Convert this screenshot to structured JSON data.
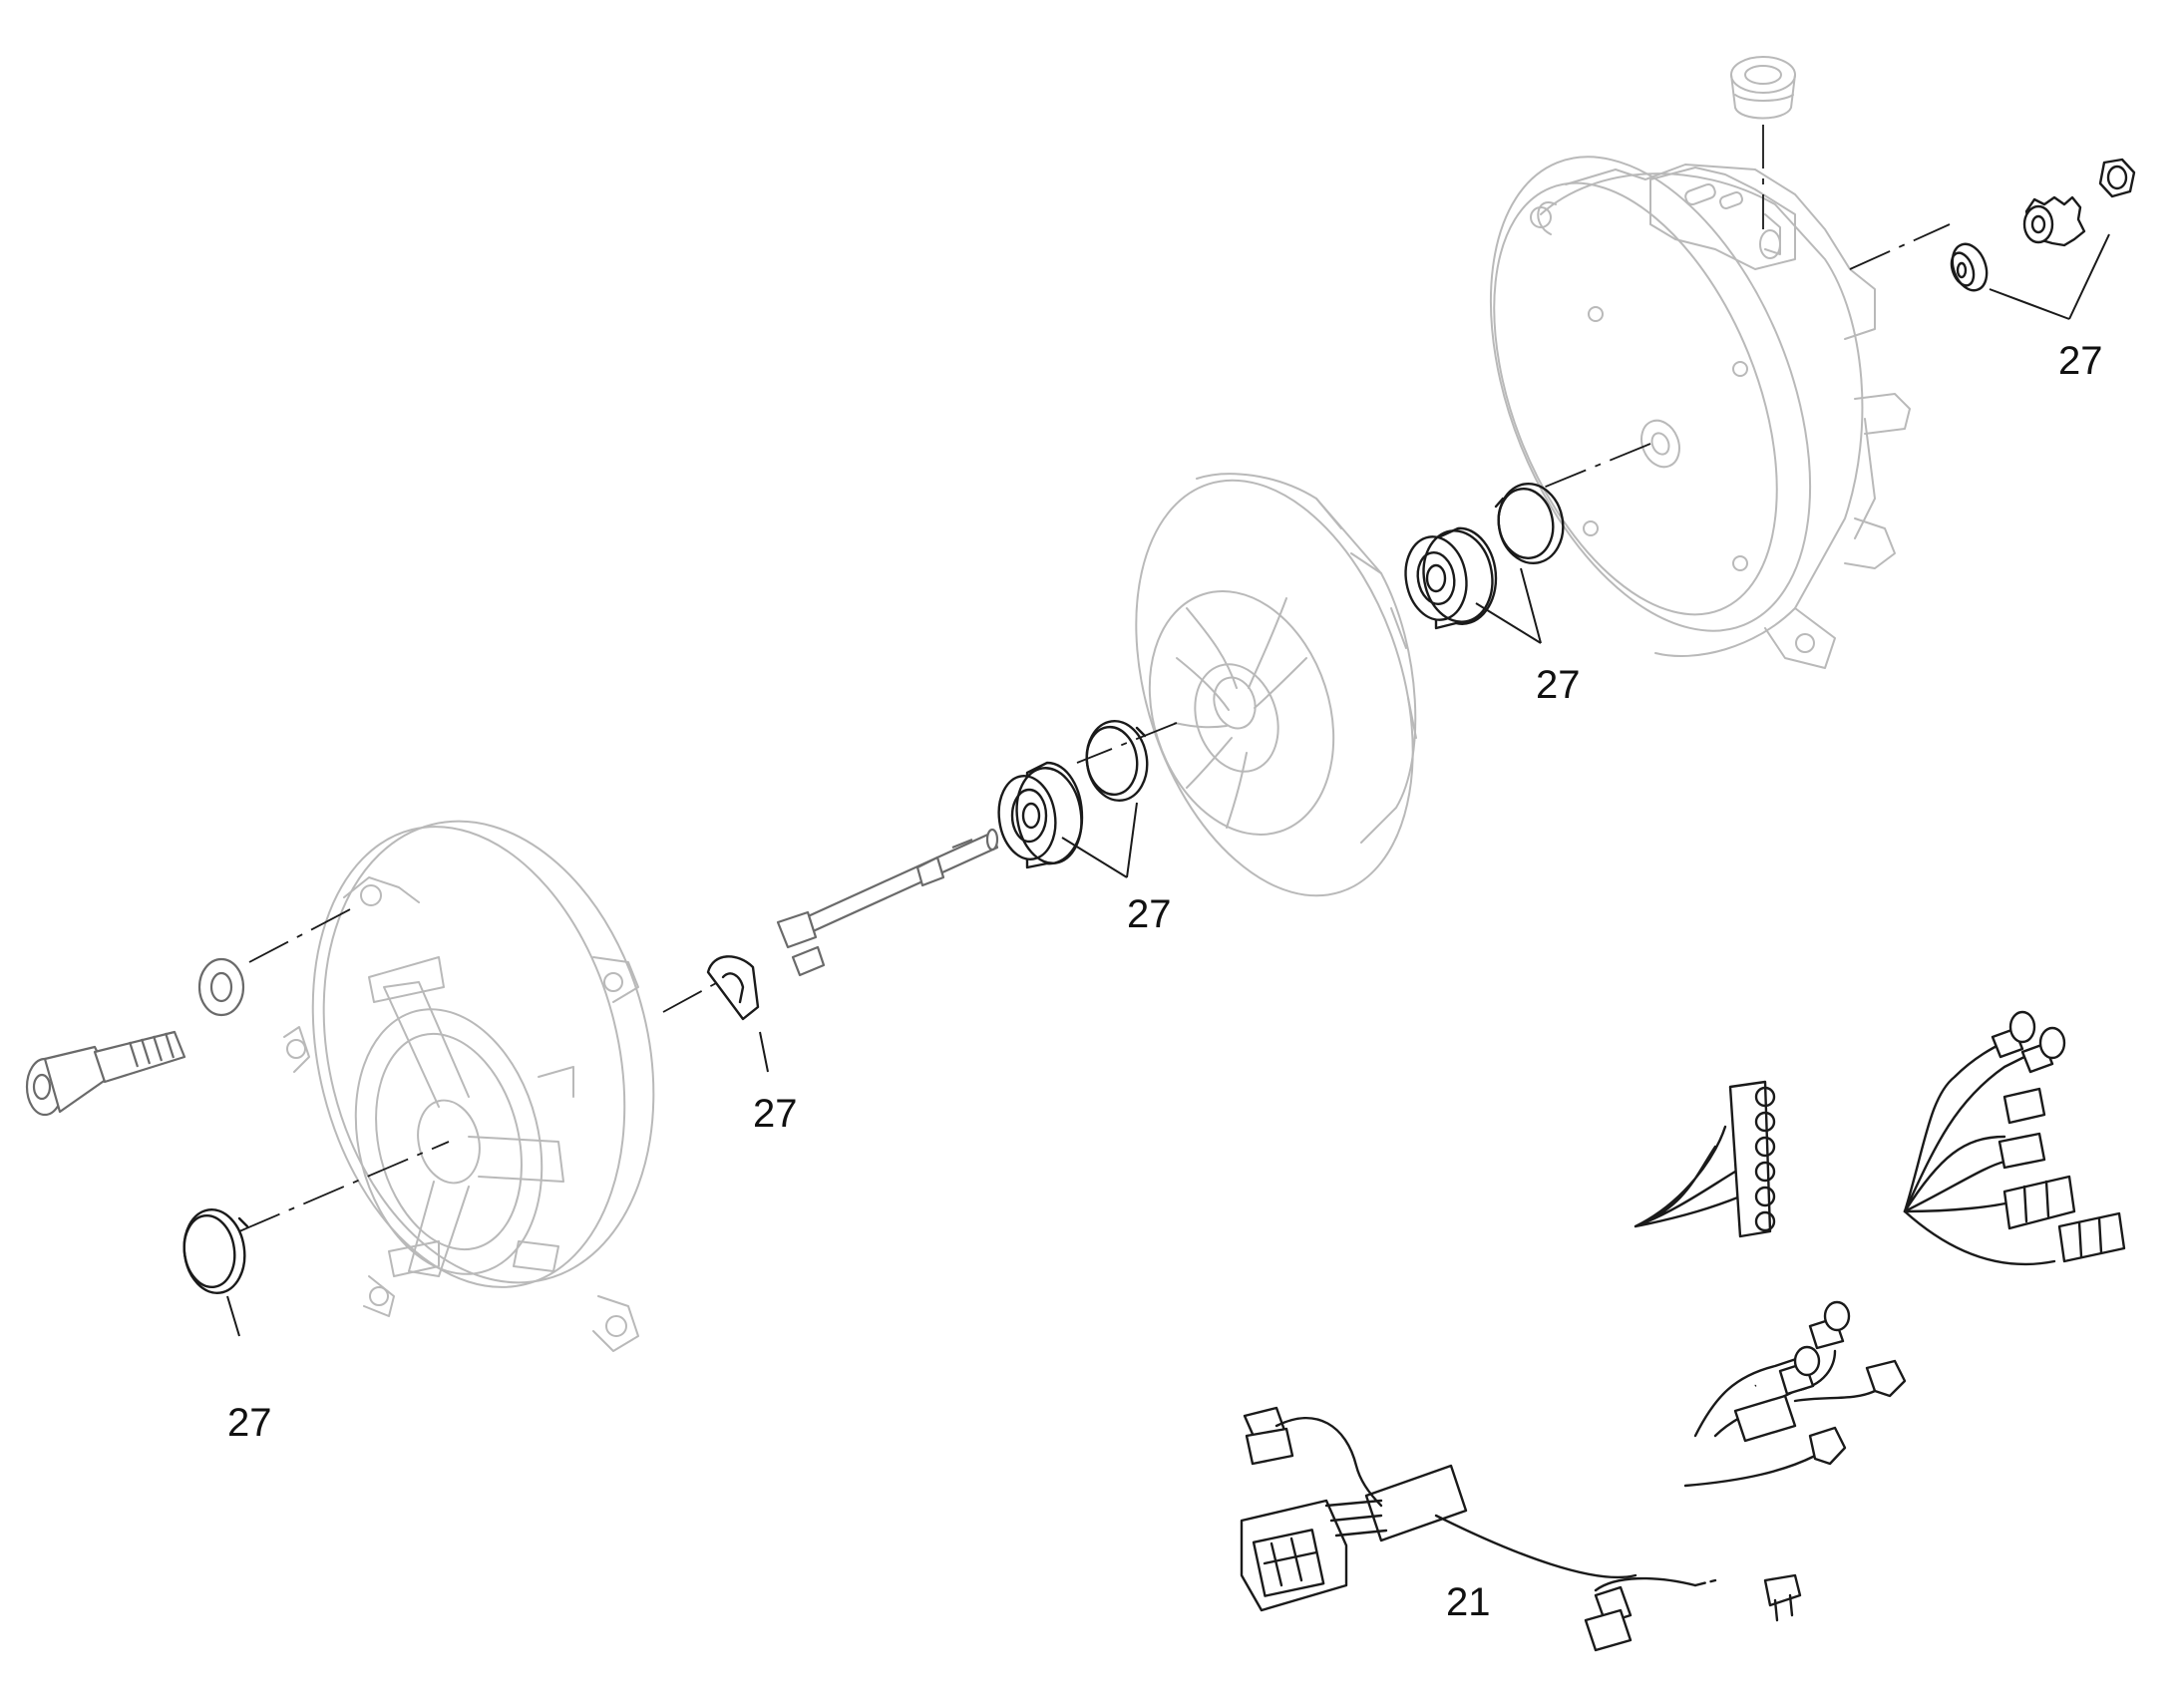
{
  "callouts": {
    "c27_top_right": "27",
    "c27_rear_bearing": "27",
    "c27_front_bearing": "27",
    "c27_key": "27",
    "c27_snap_ring_left": "27",
    "c21_harness": "21"
  },
  "colors": {
    "ink": "#1a1a1a",
    "ghost_part": "#b9b9b9"
  }
}
